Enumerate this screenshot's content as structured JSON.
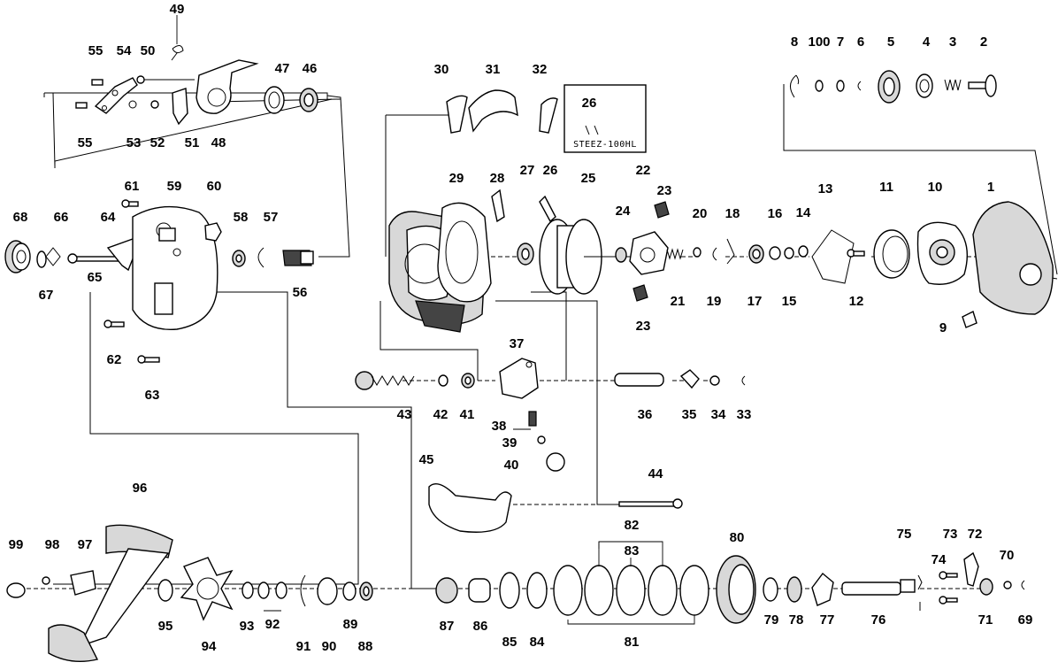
{
  "note_box": {
    "number": "26",
    "caption": "STEEZ-100HL"
  },
  "labels": {
    "p1": "1",
    "p2": "2",
    "p3": "3",
    "p4": "4",
    "p5": "5",
    "p6": "6",
    "p7": "7",
    "p8": "8",
    "p9": "9",
    "p10": "10",
    "p11": "11",
    "p12": "12",
    "p13": "13",
    "p14": "14",
    "p15": "15",
    "p16": "16",
    "p17": "17",
    "p18": "18",
    "p19": "19",
    "p20": "20",
    "p21": "21",
    "p22": "22",
    "p23a": "23",
    "p23b": "23",
    "p24": "24",
    "p25": "25",
    "p26": "26",
    "p27": "27",
    "p28": "28",
    "p29": "29",
    "p30": "30",
    "p31": "31",
    "p32": "32",
    "p33": "33",
    "p34": "34",
    "p35": "35",
    "p36": "36",
    "p37": "37",
    "p38": "38",
    "p39": "39",
    "p40": "40",
    "p41": "41",
    "p42": "42",
    "p43": "43",
    "p44": "44",
    "p45": "45",
    "p46": "46",
    "p47": "47",
    "p48": "48",
    "p49": "49",
    "p50": "50",
    "p51": "51",
    "p52": "52",
    "p53": "53",
    "p54": "54",
    "p55a": "55",
    "p55b": "55",
    "p56": "56",
    "p57": "57",
    "p58": "58",
    "p59": "59",
    "p60": "60",
    "p61": "61",
    "p62": "62",
    "p63": "63",
    "p64": "64",
    "p65": "65",
    "p66": "66",
    "p67": "67",
    "p68": "68",
    "p69": "69",
    "p70": "70",
    "p71": "71",
    "p72": "72",
    "p73": "73",
    "p74": "74",
    "p75": "75",
    "p76": "76",
    "p77": "77",
    "p78": "78",
    "p79": "79",
    "p80": "80",
    "p81": "81",
    "p82": "82",
    "p83": "83",
    "p84": "84",
    "p85": "85",
    "p86": "86",
    "p87": "87",
    "p88": "88",
    "p89": "89",
    "p90": "90",
    "p91": "91",
    "p92": "92",
    "p93": "93",
    "p94": "94",
    "p95": "95",
    "p96": "96",
    "p97": "97",
    "p98": "98",
    "p99": "99",
    "p100": "100"
  }
}
